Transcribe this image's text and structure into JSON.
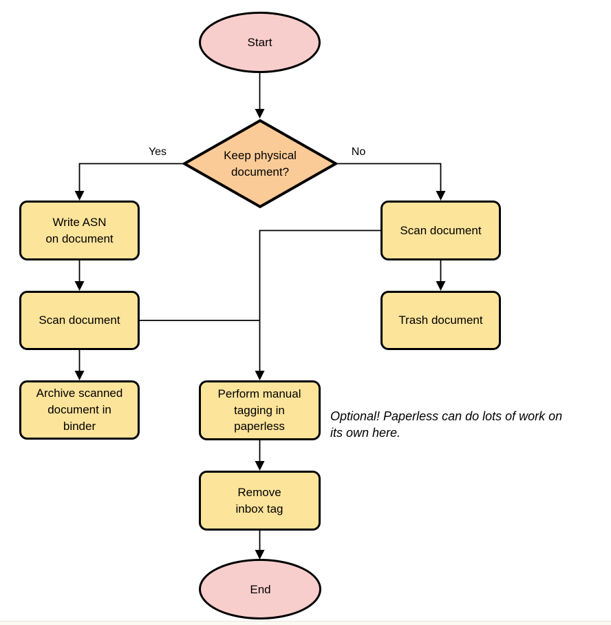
{
  "nodes": {
    "start": "Start",
    "decision": "Keep physical\ndocument?",
    "write_asn": "Write ASN\non document",
    "scan_left": "Scan document",
    "archive": "Archive scanned\ndocument in\nbinder",
    "scan_right": "Scan document",
    "trash": "Trash document",
    "tagging": "Perform manual\ntagging in\npaperless",
    "remove_inbox": "Remove\ninbox tag",
    "end": "End"
  },
  "edge_labels": {
    "yes": "Yes",
    "no": "No"
  },
  "note": "Optional! Paperless can do lots of work on\nits own here.",
  "colors": {
    "terminator_fill": "#F8CECC",
    "decision_fill": "#FBCB97",
    "process_fill": "#FCE49B",
    "stroke": "#000000",
    "background": "#FFFFFF"
  }
}
